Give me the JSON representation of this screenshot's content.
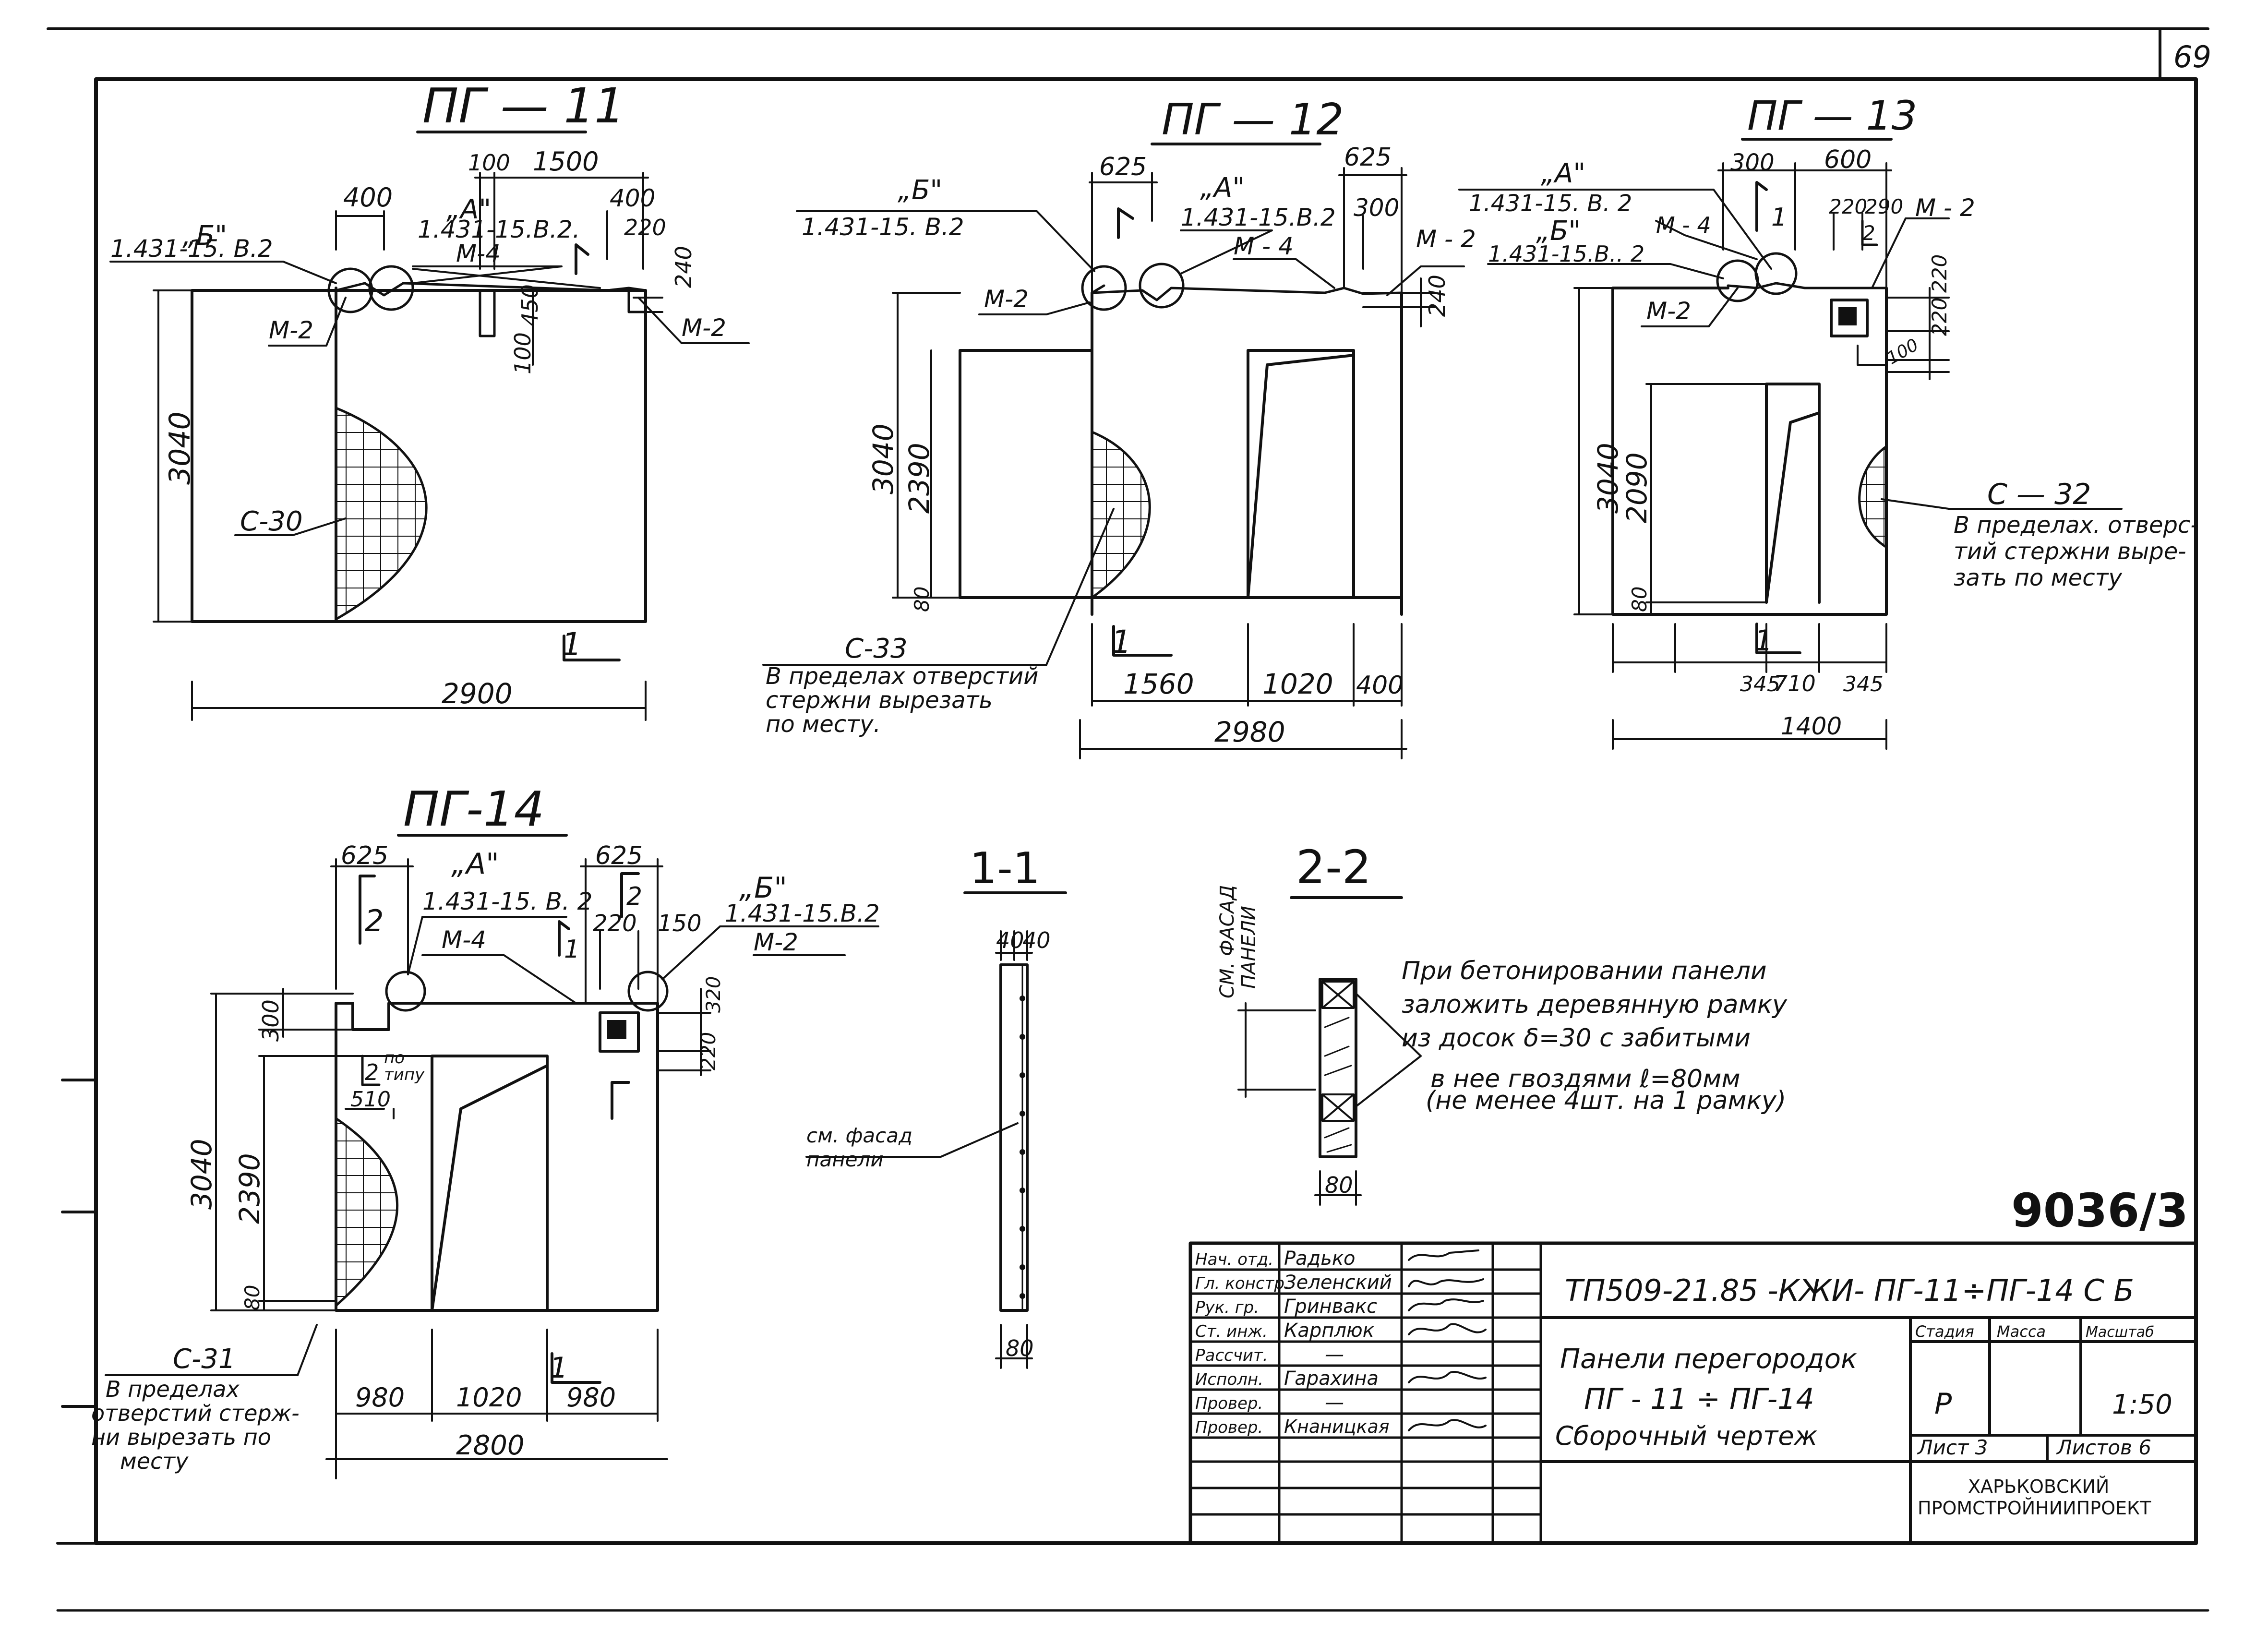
{
  "sheet": {
    "page_number": "69",
    "archive_number": "9036/3"
  },
  "views": {
    "pg11": {
      "title": "ПГ — 11",
      "callout_b": "„Б\"",
      "callout_b_ref": "1.431-15. В.2",
      "callout_a": "„А\"",
      "callout_a_ref": "1.431-15.В.2.",
      "mark_m4": "М-4",
      "mark_m2_left": "М-2",
      "mark_m2_right": "М-2",
      "mesh_mark": "С-30",
      "section_mark": "1",
      "dims": {
        "d400_left": "400",
        "d100": "100",
        "d1500": "1500",
        "d400_right": "400",
        "d220": "220",
        "d240": "240",
        "d450": "450",
        "d100_low": "100",
        "height": "3040",
        "width": "2900"
      }
    },
    "pg12": {
      "title": "ПГ — 12",
      "callout_b": "„Б\"",
      "callout_b_ref": "1.431-15. В.2",
      "callout_a": "„А\"",
      "callout_a_ref": "1.431-15.В.2",
      "mark_m4": "М - 4",
      "mark_m2_left": "М-2",
      "mark_m2_right": "М - 2",
      "mesh_mark": "С-33",
      "mesh_note": [
        "В пределах отверстий",
        "стержни вырезать",
        "по месту."
      ],
      "section_mark": "1",
      "dims": {
        "d625_left": "625",
        "d625_right": "625",
        "d300": "300",
        "d240": "240",
        "height": "3040",
        "opening_height": "2390",
        "d80": "80",
        "d1560": "1560",
        "d1020": "1020",
        "d400": "400",
        "width": "2980"
      }
    },
    "pg13": {
      "title": "ПГ — 13",
      "callout_a": "„А\"",
      "callout_a_ref": "1.431-15. В. 2",
      "callout_b": "„Б\"",
      "callout_b_ref": "1.431-15.В.. 2",
      "mark_m4": "М - 4",
      "mark_m2_left": "М-2",
      "mark_m2_right": "М - 2",
      "mesh_mark": "С — 32",
      "mesh_note": [
        "В пределах. отверс-",
        "тий стержни выре-",
        "зать по месту"
      ],
      "section_mark_top": "1",
      "section_mark_side": "2",
      "section_mark_bottom": "1",
      "dims": {
        "d300": "300",
        "d600": "600",
        "d220": "220",
        "d290": "290",
        "d220_r1": "220",
        "d220_r2": "220",
        "d100": "100",
        "height": "3040",
        "opening_height": "2090",
        "d80": "80",
        "d345_left": "345",
        "d710": "710",
        "d345_right": "345",
        "width": "1400"
      }
    },
    "pg14": {
      "title": "ПГ-14",
      "callout_a": "„А\"",
      "callout_a_ref": "1.431-15. В. 2",
      "callout_b": "„Б\"",
      "callout_b_ref": "1.431-15.В.2",
      "mark_m4": "М-4",
      "mark_m2": "М-2",
      "mesh_mark": "С-31",
      "mesh_note": [
        "В пределах",
        "отверстий стерж-",
        "ни вырезать по",
        "месту"
      ],
      "section_mark_2_top": "2",
      "section_mark_1": "1",
      "section_mark_2_side": "2",
      "section_mark_2_right": "2",
      "section_mark_1_bottom": "1",
      "typical_note": [
        "по",
        "типу"
      ],
      "dims": {
        "d625_left": "625",
        "d625_right": "625",
        "d220": "220",
        "d150": "150",
        "d300": "300",
        "d510": "510",
        "d320": "320",
        "d220_r": "220",
        "height": "3040",
        "opening_height": "2390",
        "d80": "80",
        "d980_left": "980",
        "d1020": "1020",
        "d980_right": "980",
        "width": "2800"
      }
    }
  },
  "section_1_1": {
    "title": "1-1",
    "dim_top_a": "40",
    "dim_top_b": "40",
    "dim_bottom": "80",
    "label": [
      "см. фасад",
      "панели"
    ]
  },
  "section_2_2": {
    "title": "2-2",
    "side_label": [
      "СМ. ФАСАД",
      "ПАНЕЛИ"
    ],
    "dim_bottom": "80",
    "note": [
      "При бетонировании   панели",
      "заложить  деревянную  рамку",
      "из досок  δ=30  с  забитыми",
      "в нее   гвоздями  ℓ=80мм",
      "(не  менее   4шт.   на 1 рамку)"
    ]
  },
  "title_block": {
    "roles": [
      "Нач. отд.",
      "Гл. констр.",
      "Рук. гр.",
      "Ст. инж.",
      "Рассчит.",
      "Испoлн.",
      "Провер.",
      "Провер."
    ],
    "names": [
      "Радько",
      "Зеленский",
      "Гринвакс",
      "Карплюк",
      "—",
      "Гарахина",
      "—",
      "Кнаницкая"
    ],
    "document_code": "ТП509-21.85 -КЖИ- ПГ-11÷ПГ-14 С Б",
    "title_lines": [
      "Панели перегородок",
      "ПГ - 11 ÷ ПГ-14",
      "Сборочный   чертеж"
    ],
    "stage_label": "Стадия",
    "mass_label": "Масса",
    "scale_label": "Масштаб",
    "stage_value": "Р",
    "scale_value": "1:50",
    "sheet_label": "Лист 3",
    "sheets_label": "Листов 6",
    "organization": [
      "ХАРЬКОВСКИЙ",
      "ПРОМСТРОЙНИИПРОЕКТ"
    ]
  }
}
